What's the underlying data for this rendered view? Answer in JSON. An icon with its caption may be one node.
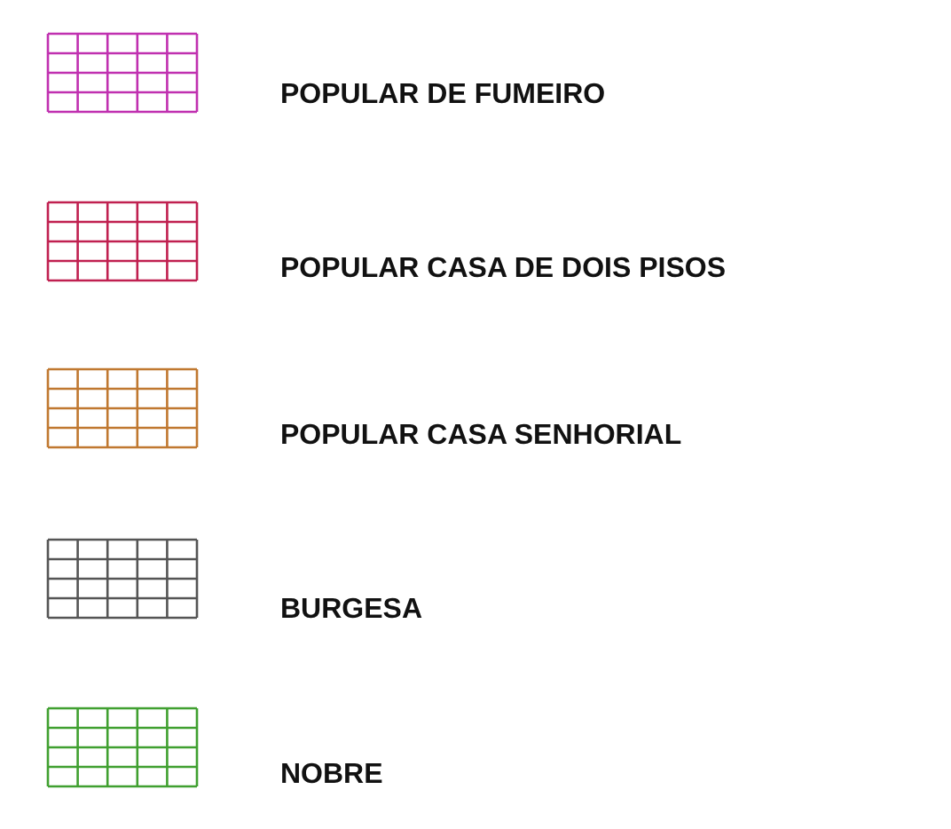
{
  "diagram": {
    "legend": [
      {
        "text": "POPULAR DE FUMEIRO",
        "color": "#c030b0"
      },
      {
        "text": "POPULAR CASA DE DOIS PISOS",
        "color": "#c02050"
      },
      {
        "text": "POPULAR CASA SENHORIAL",
        "color": "#c07830"
      },
      {
        "text": "BURGESA",
        "color": "#555555"
      },
      {
        "text": "NOBRE",
        "color": "#40a030"
      }
    ]
  }
}
